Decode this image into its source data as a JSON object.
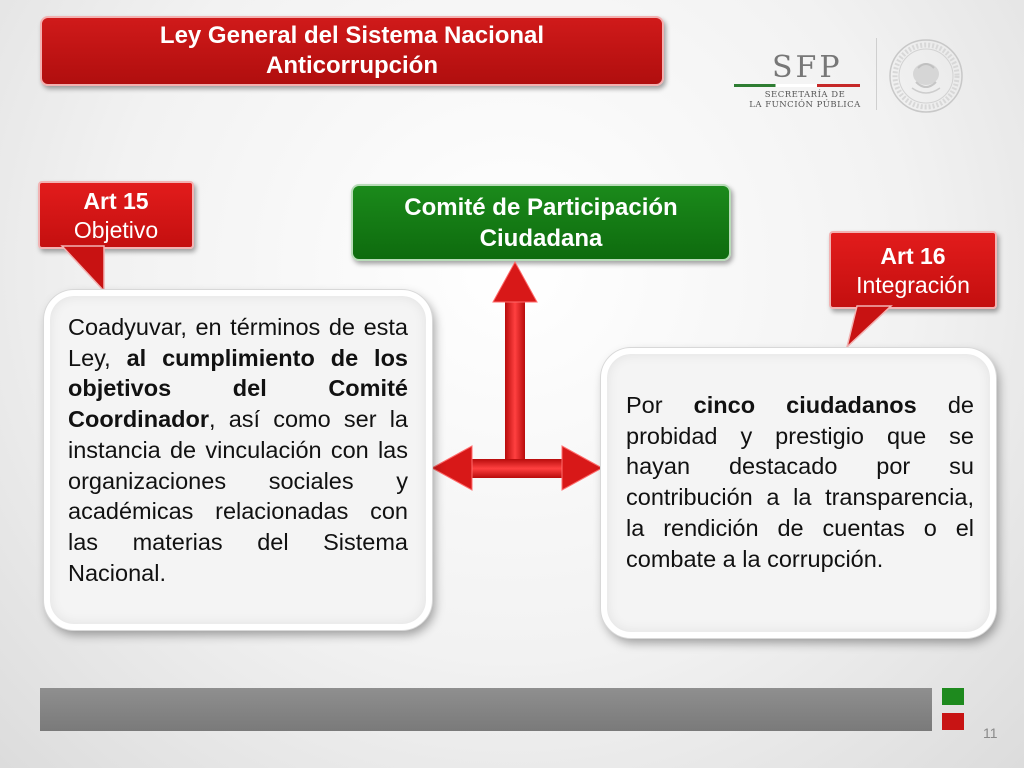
{
  "title": {
    "line1": "Ley General del Sistema Nacional",
    "line2": "Anticorrupción"
  },
  "logo": {
    "name": "SFP",
    "subtitle_line1": "SECRETARÍA DE",
    "subtitle_line2": "LA FUNCIÓN PÚBLICA",
    "seal_icon": "estados-unidos-mexicanos-seal-icon"
  },
  "callout_art15": {
    "number": "Art 15",
    "label": "Objetivo"
  },
  "callout_art16": {
    "number": "Art 16",
    "label": "Integración"
  },
  "committee": {
    "line1": "Comité de Participación",
    "line2": "Ciudadana"
  },
  "objective_text": {
    "part1": "Coadyuvar, en términos de esta Ley, ",
    "bold": "al cumplimiento de los objetivos del Comité Coordinador",
    "part2": ", así como ser la instancia de vinculación con las organizaciones sociales y académicas relacionadas con las materias del Sistema Nacional."
  },
  "integration_text": {
    "part1": "Por ",
    "bold": "cinco ciudadanos",
    "part2": " de probidad y prestigio que se hayan destacado por su contribución a la transparencia, la rendición de cuentas o el combate a la corrupción."
  },
  "page_number": "11",
  "colors": {
    "red": "#c81414",
    "green": "#1e8a1e",
    "gray_bar": "#808080"
  }
}
